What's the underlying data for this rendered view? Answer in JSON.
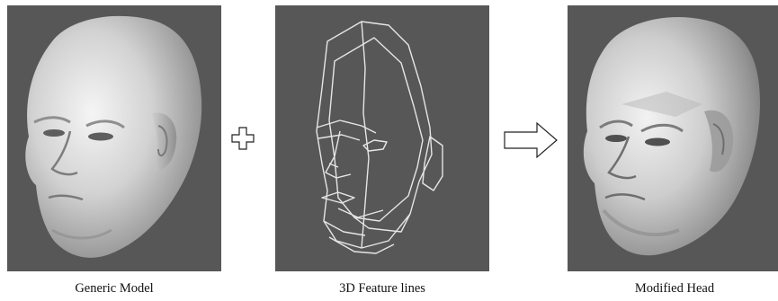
{
  "panels": [
    {
      "id": "generic-model",
      "caption": "Generic Model"
    },
    {
      "id": "feature-lines",
      "caption": "3D Feature lines"
    },
    {
      "id": "modified-head",
      "caption": "Modified Head"
    }
  ],
  "operators": {
    "plus": "plus-sign-icon",
    "arrow": "right-arrow-icon"
  },
  "colors": {
    "panel_background": "#575757",
    "line_color": "#e6e6e6"
  }
}
